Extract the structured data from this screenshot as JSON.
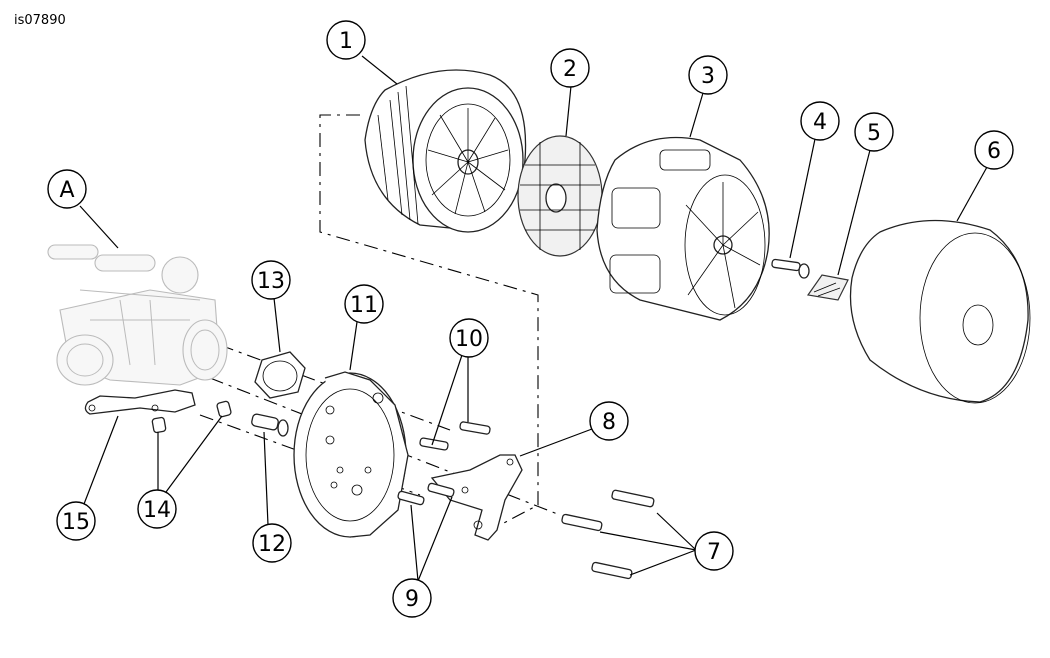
{
  "figure_id": "is07890",
  "callouts": [
    {
      "id": "1",
      "label": "1"
    },
    {
      "id": "2",
      "label": "2"
    },
    {
      "id": "3",
      "label": "3"
    },
    {
      "id": "4",
      "label": "4"
    },
    {
      "id": "5",
      "label": "5"
    },
    {
      "id": "6",
      "label": "6"
    },
    {
      "id": "7",
      "label": "7"
    },
    {
      "id": "8",
      "label": "8"
    },
    {
      "id": "9",
      "label": "9"
    },
    {
      "id": "10",
      "label": "10"
    },
    {
      "id": "11",
      "label": "11"
    },
    {
      "id": "12",
      "label": "12"
    },
    {
      "id": "13",
      "label": "13"
    },
    {
      "id": "14",
      "label": "14"
    },
    {
      "id": "15",
      "label": "15"
    },
    {
      "id": "A",
      "label": "A"
    }
  ]
}
